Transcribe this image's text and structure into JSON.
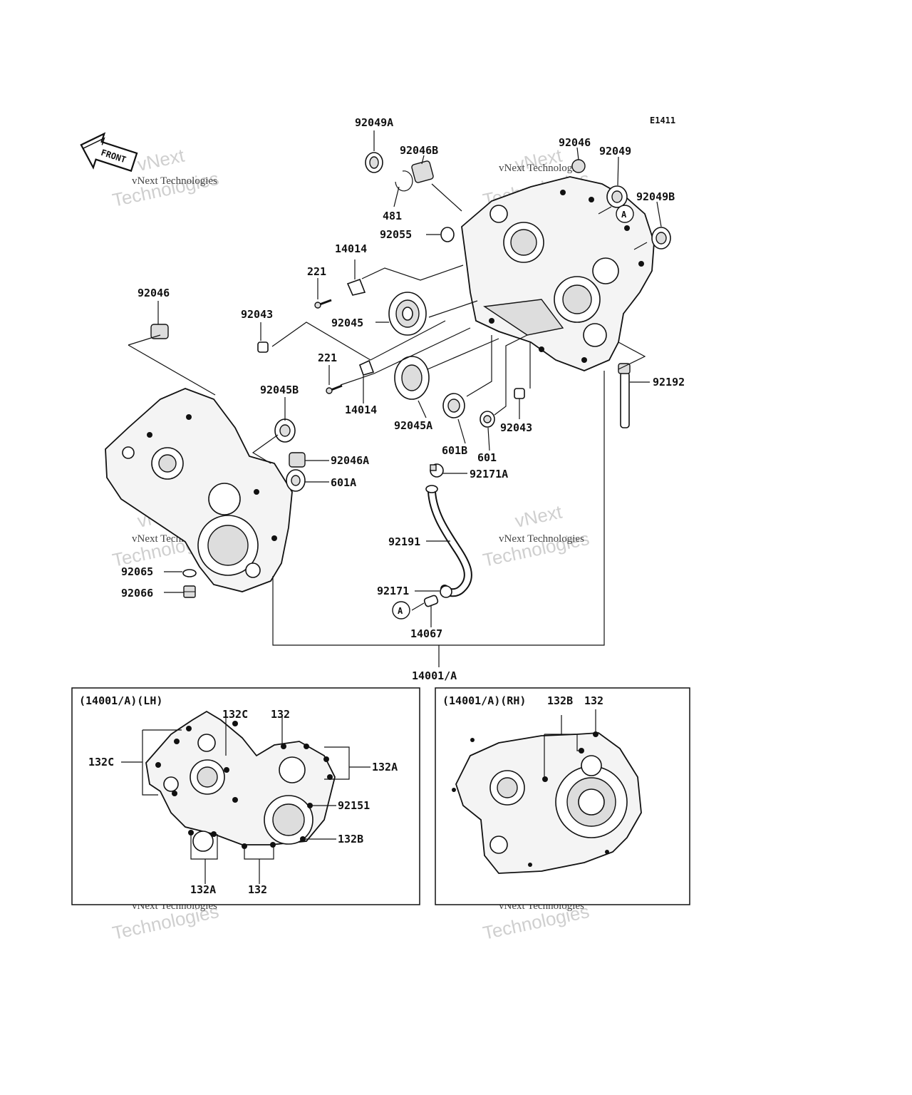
{
  "diagram": {
    "code": "E1411",
    "front_label": "FRONT",
    "callouts": {
      "p92049A": "92049A",
      "p92046B": "92046B",
      "p481": "481",
      "p92055": "92055",
      "p92046_top": "92046",
      "p92049": "92049",
      "p92049B": "92049B",
      "p14014_top": "14014",
      "p221_top": "221",
      "p92045": "92045",
      "p92043_left": "92043",
      "p92046_left": "92046",
      "p221_mid": "221",
      "p14014_mid": "14014",
      "p92045B": "92045B",
      "p92045A": "92045A",
      "p601B": "601B",
      "p601": "601",
      "p92043_right": "92043",
      "p92192": "92192",
      "p92046A": "92046A",
      "p601A": "601A",
      "p92171A": "92171A",
      "p92191": "92191",
      "p92065": "92065",
      "p92066": "92066",
      "p92171": "92171",
      "p14067": "14067",
      "pA_hose": "A",
      "pA_case": "A",
      "p14001A": "14001/A"
    },
    "lh_box": {
      "title": "(14001/A)(LH)",
      "labels": {
        "l132C_top": "132C",
        "l132_top": "132",
        "l132C_left": "132C",
        "l132A_right": "132A",
        "l92151": "92151",
        "l132B": "132B",
        "l132A_bottom": "132A",
        "l132_bottom": "132"
      }
    },
    "rh_box": {
      "title": "(14001/A)(RH)",
      "labels": {
        "r132B": "132B",
        "r132": "132"
      }
    },
    "watermark": {
      "big_line1": "vNext",
      "big_line2": "Technologies",
      "small": "vNext Technologies"
    }
  }
}
